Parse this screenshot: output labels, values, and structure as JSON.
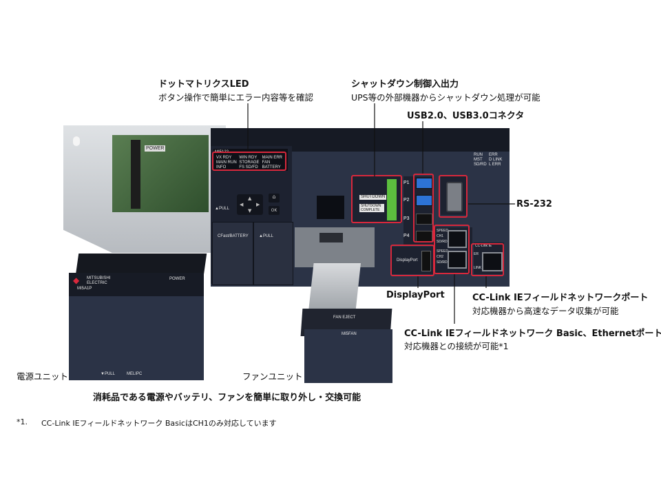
{
  "callouts": {
    "dotmatrix": {
      "title": "ドットマトリクスLED",
      "sub": "ボタン操作で簡単にエラー内容等を確認"
    },
    "shutdown": {
      "title": "シャットダウン制御入出力",
      "sub": "UPS等の外部機器からシャットダウン処理が可能"
    },
    "usb": {
      "title": "USB2.0、USB3.0コネクタ"
    },
    "rs232": {
      "title": "RS-232"
    },
    "displayport": {
      "title": "DisplayPort"
    },
    "cclink_field": {
      "title": "CC-Link IEフィールドネットワークポート",
      "sub": "対応機器から高速なデータ収集が可能"
    },
    "cclink_basic": {
      "title": "CC-Link IEフィールドネットワーク Basic、Ethernetポート",
      "sub": "対応機器との接続が可能*1"
    }
  },
  "unit_labels": {
    "power_unit": "電源ユニット",
    "fan_unit": "ファンユニット"
  },
  "consumables_caption": "消耗品である電源やバッテリ、ファンを簡単に取り外し・交換可能",
  "footnote": {
    "mark": "*1.",
    "text": "CC-Link IEフィールドネットワーク BasicはCH1のみ対応しています"
  },
  "device": {
    "model": "MI5122",
    "power_unit_model": "MI5A1P",
    "fan_unit_model": "MI5FAN",
    "brand": "MITSUBISHI ELECTRIC",
    "melipc": "MELIPC",
    "led_grid": [
      "VX RDY",
      "WIN RDY",
      "MAIN ERR",
      "MAIN RUN",
      "STORAGE",
      "FAN",
      "INFO",
      "FS SD/FD",
      "BATTERY"
    ],
    "right_leds": [
      "RUN",
      "ERR",
      "MST",
      "D LINK",
      "SD/RD",
      "L ERR"
    ],
    "shutdown_in": "SHUTDOWN",
    "shutdown_out": "SHUTDOWN COMPLETE",
    "usb_ports": [
      "P1",
      "P2",
      "P3",
      "P4"
    ],
    "dp_label": "DisplayPort",
    "ch_labels": [
      "SPEED",
      "CH1",
      "SD/RD",
      "SPEED",
      "CH2",
      "SD/RD"
    ],
    "power_tag": "POWER",
    "pull_labels": [
      "▲PULL",
      "▲PULL",
      "▼PULL"
    ],
    "cfast_label": "CFast/BATTERY",
    "fan_eject": "FAN EJECT",
    "cc_link_tag": "CC-Link IE",
    "er_label": "ER",
    "link_label": "LINK"
  },
  "colors": {
    "accent_red": "#d9283c",
    "device_body": "#2b3346",
    "device_dark": "#1b2030",
    "rail": "#c9ccd0"
  }
}
